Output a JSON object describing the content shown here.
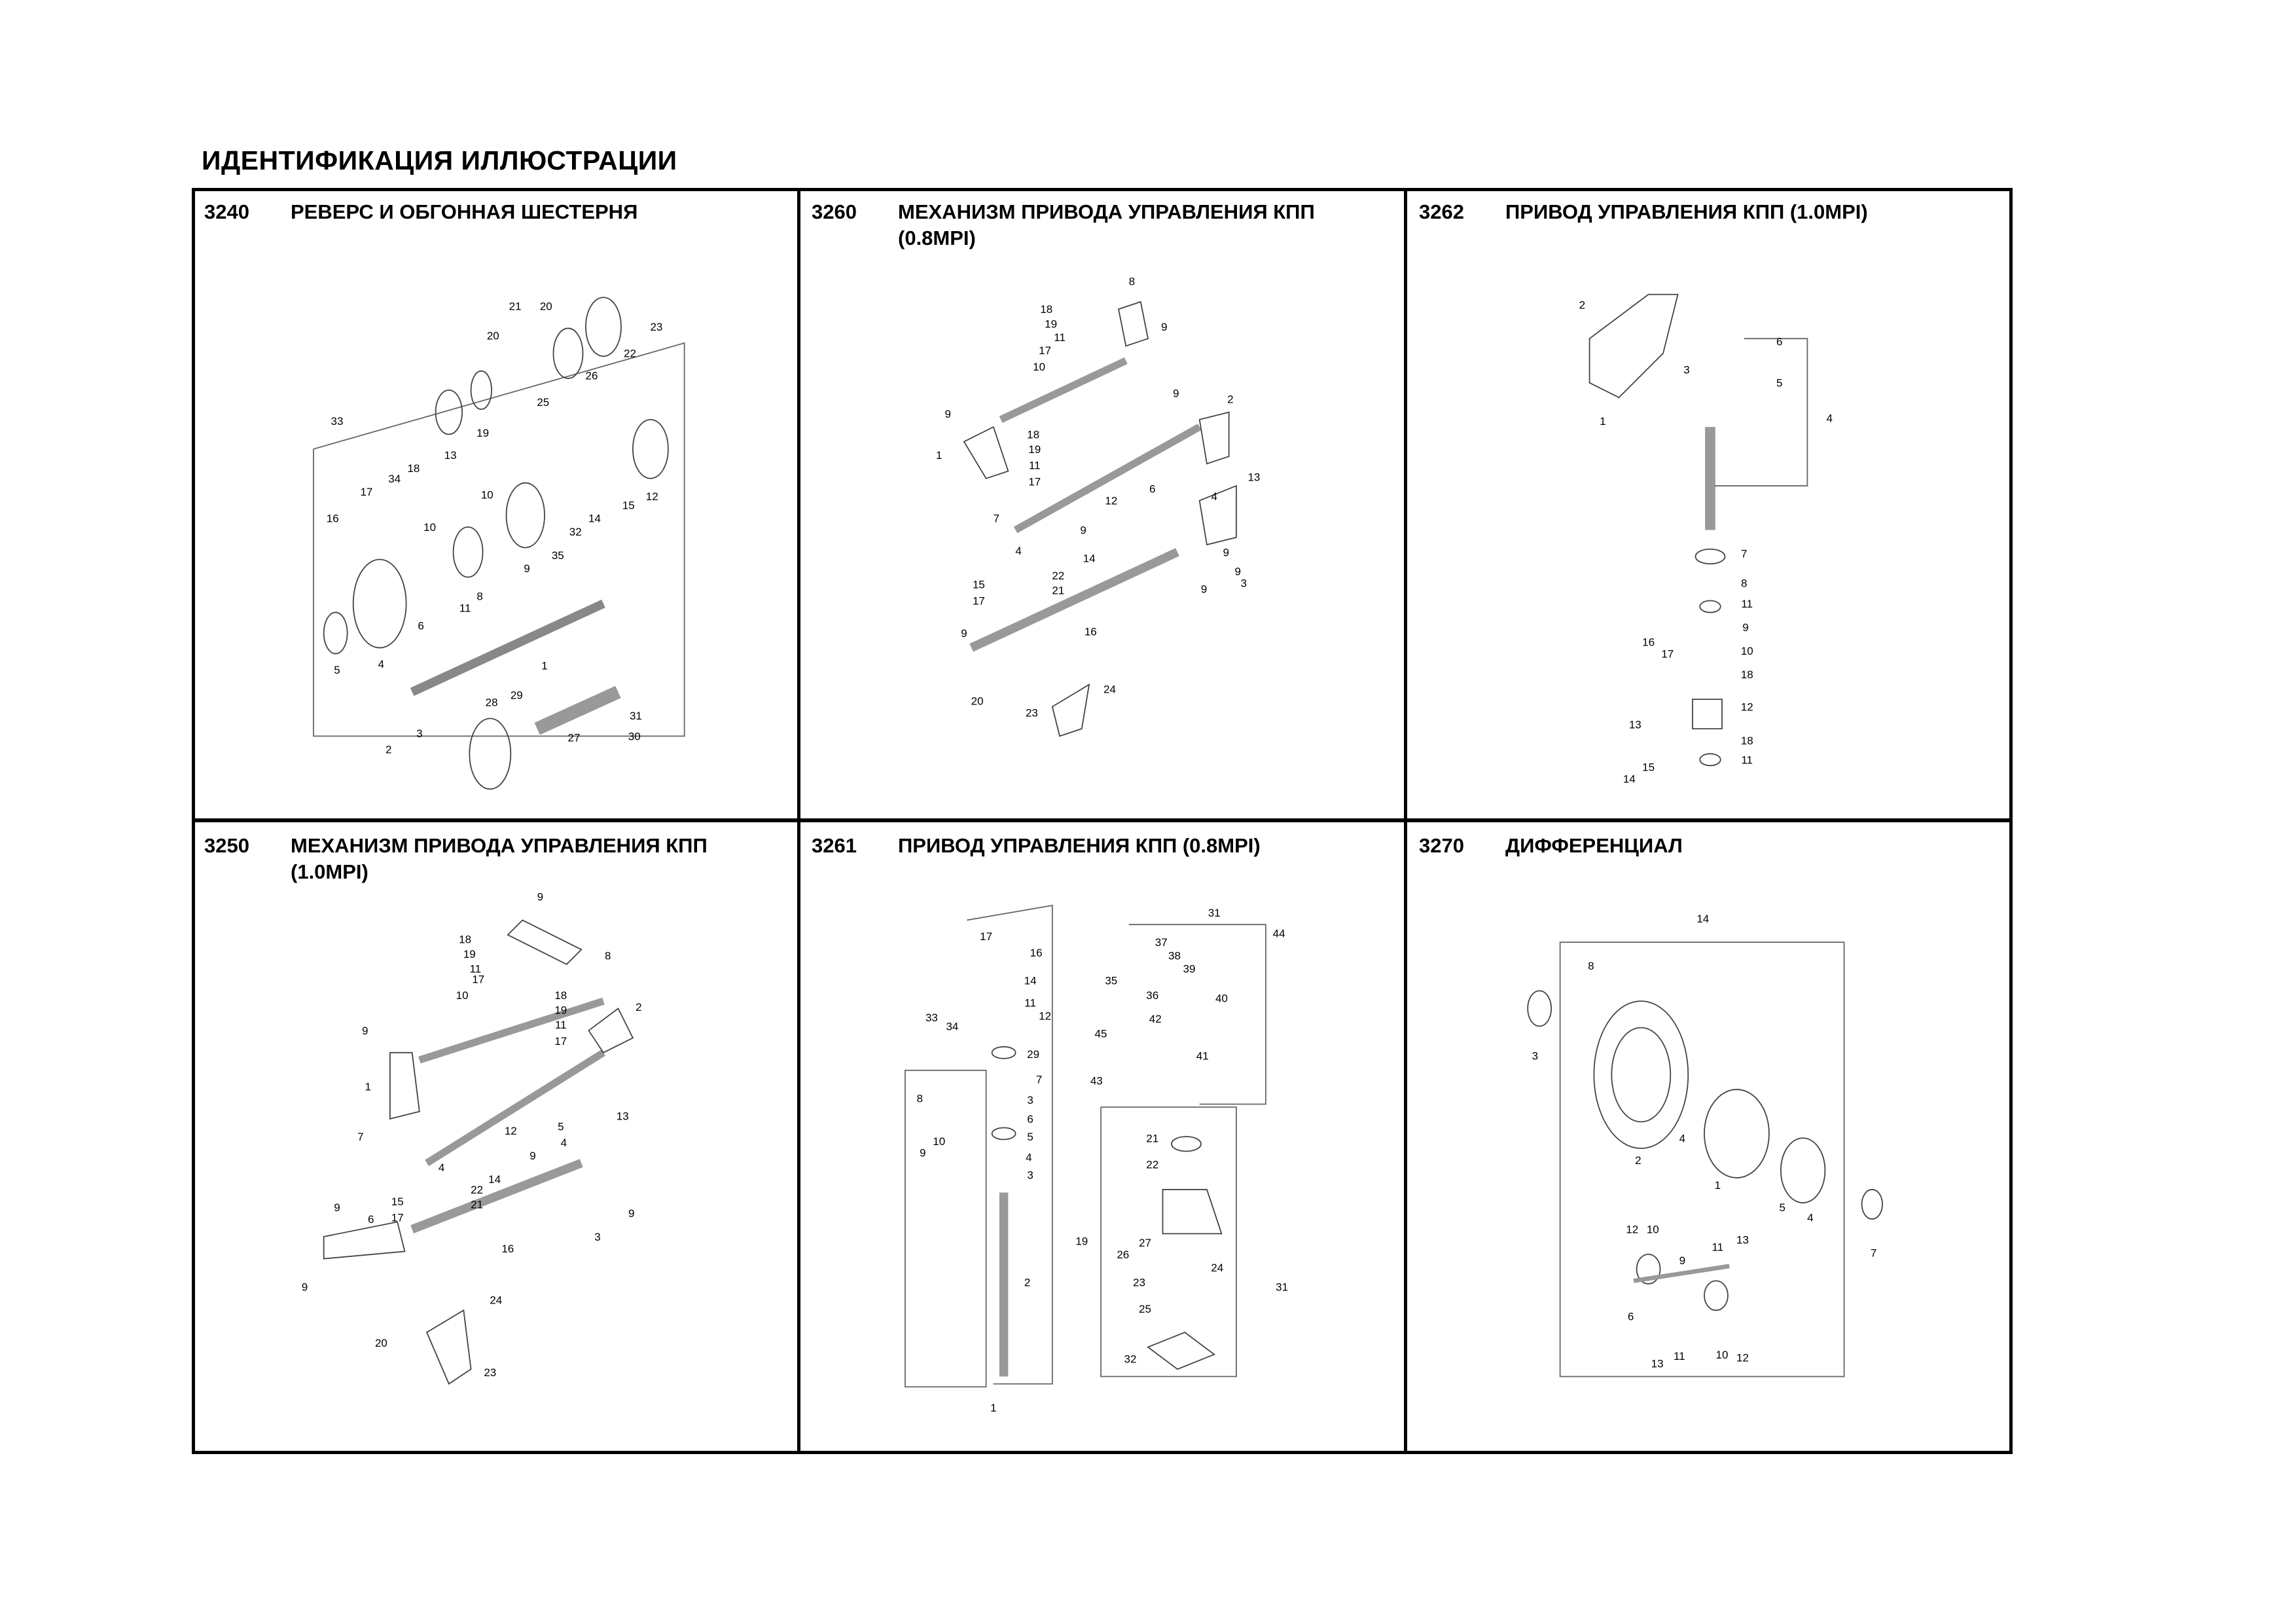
{
  "page_title": "ИДЕНТИФИКАЦИЯ ИЛЛЮСТРАЦИИ",
  "panels": [
    {
      "number": "3240",
      "title": "РЕВЕРС И ОБГОННАЯ ШЕСТЕРНЯ",
      "callouts": [
        "21",
        "20",
        "20",
        "23",
        "22",
        "26",
        "25",
        "33",
        "19",
        "13",
        "18",
        "34",
        "17",
        "16",
        "10",
        "10",
        "12",
        "15",
        "14",
        "32",
        "35",
        "9",
        "8",
        "11",
        "6",
        "4",
        "5",
        "1",
        "28",
        "29",
        "31",
        "30",
        "27",
        "3",
        "2"
      ]
    },
    {
      "number": "3260",
      "title": "МЕХАНИЗМ ПРИВОДА УПРАВЛЕНИЯ КПП (0.8MPI)",
      "callouts": [
        "8",
        "18",
        "19",
        "9",
        "11",
        "17",
        "10",
        "9",
        "2",
        "9",
        "18",
        "19",
        "1",
        "11",
        "17",
        "13",
        "6",
        "4",
        "12",
        "7",
        "9",
        "9",
        "22",
        "4",
        "14",
        "15",
        "21",
        "17",
        "9",
        "3",
        "9",
        "16",
        "9",
        "20",
        "24",
        "23"
      ]
    },
    {
      "number": "3262",
      "title": "ПРИВОД УПРАВЛЕНИЯ КПП (1.0MPI)",
      "callouts": [
        "2",
        "6",
        "3",
        "5",
        "4",
        "1",
        "7",
        "8",
        "11",
        "9",
        "16",
        "17",
        "10",
        "18",
        "12",
        "13",
        "18",
        "15",
        "11",
        "14"
      ]
    },
    {
      "number": "3250",
      "title": "МЕХАНИЗМ ПРИВОДА УПРАВЛЕНИЯ КПП (1.0MPI)",
      "callouts": [
        "9",
        "8",
        "18",
        "19",
        "11",
        "17",
        "18",
        "10",
        "2",
        "19",
        "9",
        "11",
        "17",
        "1",
        "12",
        "13",
        "5",
        "4",
        "7",
        "9",
        "9",
        "22",
        "4",
        "14",
        "15",
        "21",
        "6",
        "17",
        "9",
        "3",
        "16",
        "9",
        "24",
        "20",
        "23"
      ]
    },
    {
      "number": "3261",
      "title": "ПРИВОД УПРАВЛЕНИЯ КПП (0.8MPI)",
      "callouts": [
        "17",
        "16",
        "14",
        "11",
        "12",
        "29",
        "33",
        "34",
        "7",
        "8",
        "3",
        "6",
        "10",
        "5",
        "9",
        "4",
        "3",
        "2",
        "1",
        "31",
        "44",
        "37",
        "38",
        "39",
        "35",
        "36",
        "40",
        "42",
        "45",
        "41",
        "43",
        "21",
        "22",
        "19",
        "26",
        "27",
        "24",
        "23",
        "25",
        "31",
        "32"
      ]
    },
    {
      "number": "3270",
      "title": "ДИФФЕРЕНЦИАЛ",
      "callouts": [
        "14",
        "8",
        "3",
        "4",
        "2",
        "1",
        "5",
        "4",
        "7",
        "12",
        "10",
        "13",
        "11",
        "9",
        "6",
        "11",
        "13",
        "10",
        "12"
      ]
    }
  ]
}
